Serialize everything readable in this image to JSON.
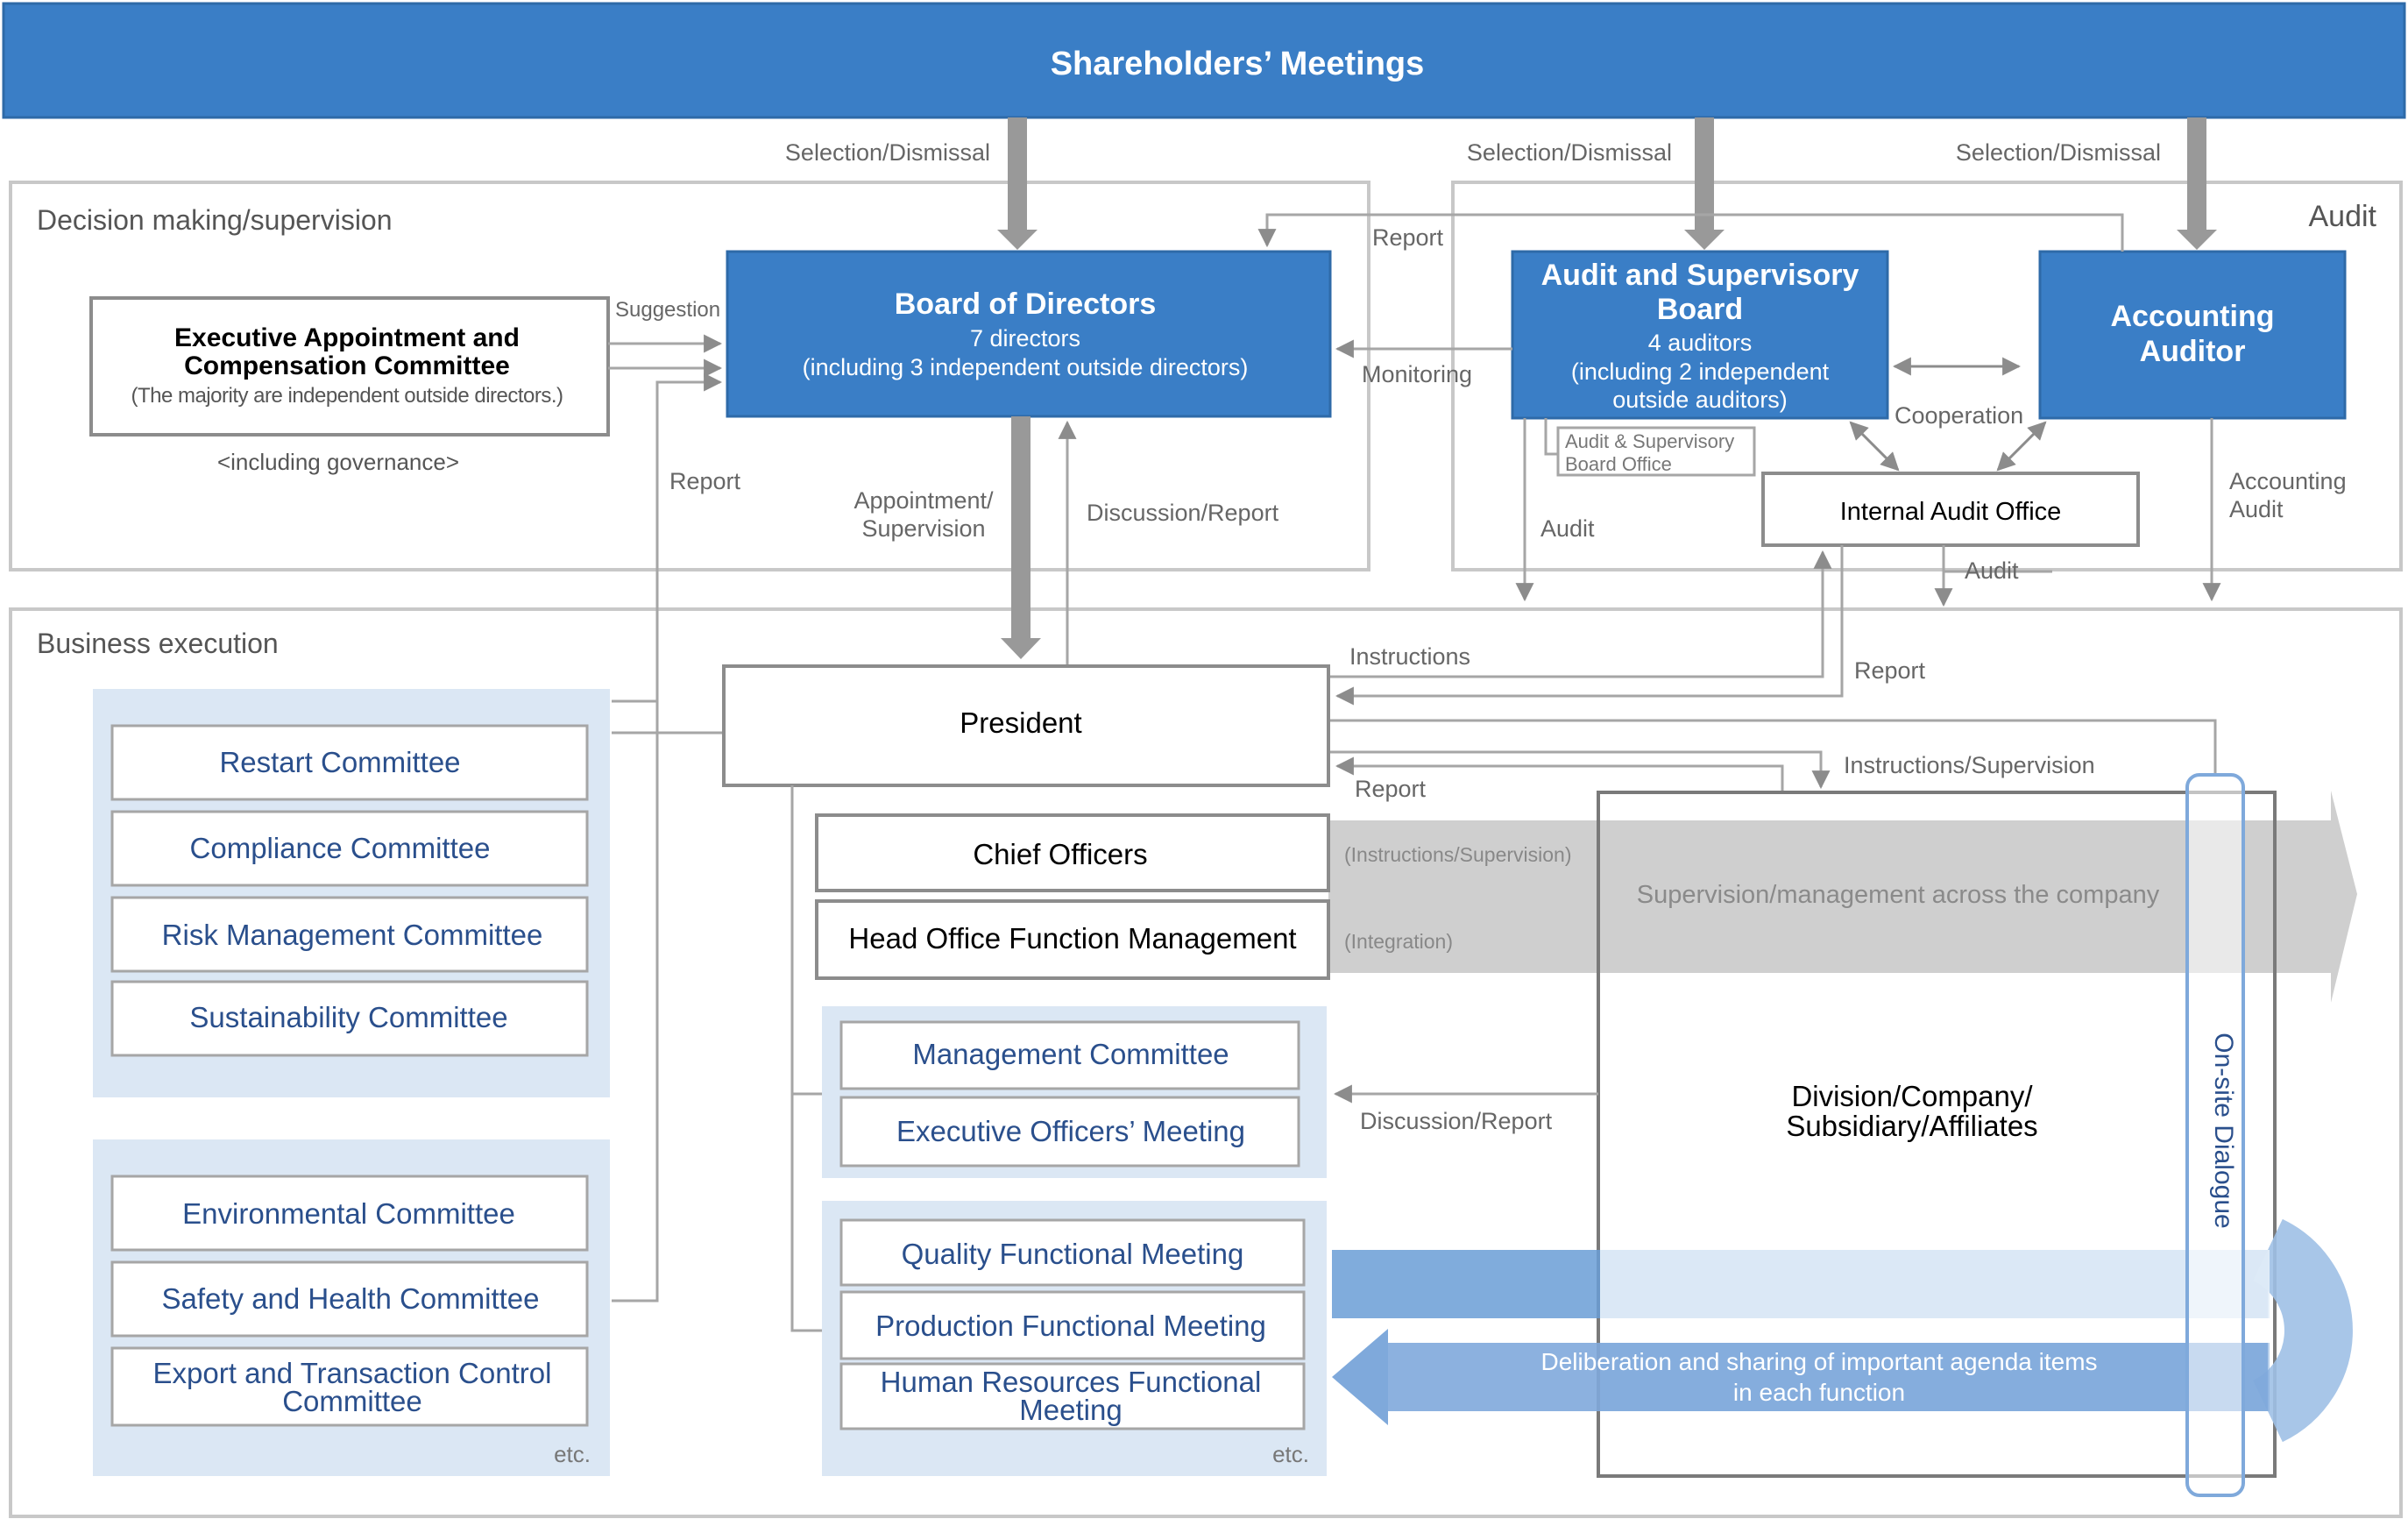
{
  "header": {
    "title": "Shareholders’ Meetings"
  },
  "colors": {
    "primary_blue": "#3a7ec6",
    "text_blue": "#2a4f8c",
    "light_blue_panel": "#dbe7f4",
    "gray_arrow": "#9a9a9a",
    "line_gray": "#a6a6a6",
    "panel_border": "#c8c8c8"
  },
  "sections": {
    "decision": "Decision making/supervision",
    "audit": "Audit",
    "business": "Business execution"
  },
  "board": {
    "title": "Board of Directors",
    "line1": "7 directors",
    "line2": "(including 3 independent outside directors)"
  },
  "asb": {
    "title1": "Audit and Supervisory",
    "title2": "Board",
    "line1": "4 auditors",
    "line2": "(including 2 independent",
    "line3": "outside auditors)",
    "office1": "Audit & Supervisory",
    "office2": "Board Office"
  },
  "accounting_auditor": {
    "line1": "Accounting",
    "line2": "Auditor"
  },
  "eacc": {
    "title1": "Executive Appointment and",
    "title2": "Compensation Committee",
    "note": "(The majority are independent outside directors.)",
    "governance": "<including governance>"
  },
  "internal_audit": "Internal Audit Office",
  "president": "President",
  "chief_officers": "Chief Officers",
  "head_office": "Head Office Function Management",
  "division": {
    "line1": "Division/Company/",
    "line2": "Subsidiary/Affiliates"
  },
  "onsite": "On-site Dialogue",
  "committees_group1": [
    "Restart Committee",
    "Compliance Committee",
    "Risk Management Committee",
    "Sustainability Committee"
  ],
  "committees_group2": [
    "Environmental Committee",
    "Safety and Health Committee",
    "Export and Transaction Control",
    "Committee"
  ],
  "meetings_group1": [
    "Management Committee",
    "Executive Officers’ Meeting"
  ],
  "meetings_group2": [
    "Quality Functional Meeting",
    "Production Functional Meeting",
    "Human Resources Functional",
    "Meeting"
  ],
  "etc": "etc.",
  "flows": {
    "sd1": "Selection/Dismissal",
    "sd2": "Selection/Dismissal",
    "sd3": "Selection/Dismissal",
    "report_top": "Report",
    "suggestion": "Suggestion",
    "monitoring": "Monitoring",
    "cooperation": "Cooperation",
    "report_left": "Report",
    "appointment1": "Appointment/",
    "appointment2": "Supervision",
    "discussion_report": "Discussion/Report",
    "audit_asb": "Audit",
    "accounting_audit1": "Accounting",
    "accounting_audit2": "Audit",
    "audit_iao": "Audit",
    "instructions": "Instructions",
    "report_iao": "Report",
    "instructions_supervision": "Instructions/Supervision",
    "report_president": "Report",
    "instr_sup_paren": "(Instructions/Supervision)",
    "integration": "(Integration)",
    "supervision_mgmt": "Supervision/management across the company",
    "discussion_report2": "Discussion/Report",
    "deliberation1": "Deliberation and sharing of important agenda items",
    "deliberation2": "in each function"
  }
}
